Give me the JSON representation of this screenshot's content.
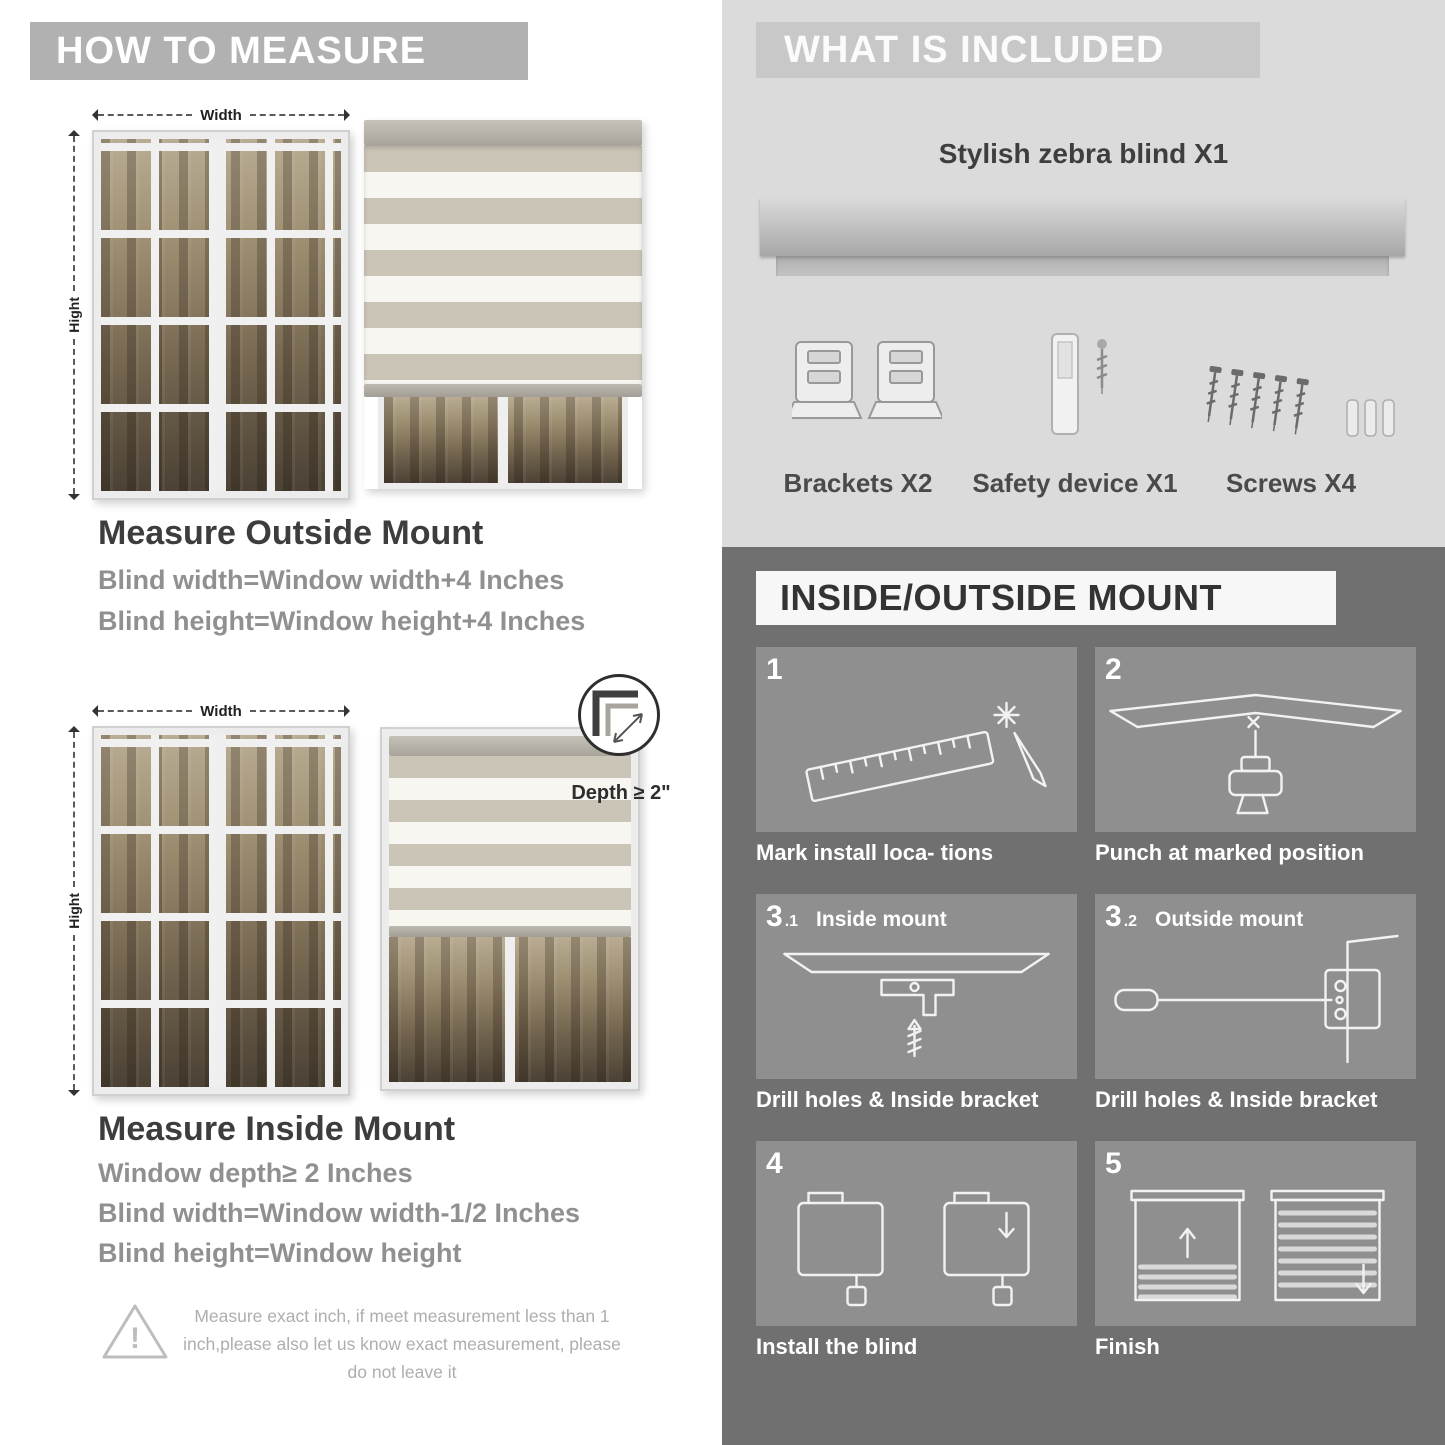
{
  "palette": {
    "left_header_bg": "#b1b1b1",
    "included_bg": "#dbdbdb",
    "included_bar_bg": "#c8c8c8",
    "mount_bg": "#707070",
    "step_box_bg": "#8f8f8f",
    "heading_color": "#3d3d3d",
    "body_text_color": "#909090"
  },
  "left": {
    "header": "HOW TO MEASURE",
    "outside": {
      "width_label": "Width",
      "height_label": "Hight",
      "title": "Measure Outside Mount",
      "lines": [
        "Blind width=Window width+4 Inches",
        "Blind height=Window height+4 Inches"
      ]
    },
    "inside": {
      "width_label": "Width",
      "height_label": "Hight",
      "depth_label": "Depth ≥ 2\"",
      "title": "Measure Inside Mount",
      "lines": [
        "Window depth≥ 2 Inches",
        "Blind width=Window width-1/2 Inches",
        "Blind height=Window height"
      ]
    },
    "warning_mark": "!",
    "note": "Measure exact inch, if meet measurement less than 1 inch,please also let us know exact measurement, please do not leave it"
  },
  "right": {
    "included": {
      "header": "WHAT IS INCLUDED",
      "blind_label": "Stylish zebra blind X1",
      "items": [
        "Brackets X2",
        "Safety device X1",
        "Screws X4"
      ]
    },
    "mount": {
      "header": "INSIDE/OUTSIDE MOUNT",
      "steps": [
        {
          "num": "1",
          "sub": "",
          "title": "",
          "caption": "Mark install loca- tions"
        },
        {
          "num": "2",
          "sub": "",
          "title": "",
          "caption": "Punch at  marked position"
        },
        {
          "num": "3",
          "sub": ".1",
          "title": "Inside mount",
          "caption": "Drill holes &  Inside bracket"
        },
        {
          "num": "3",
          "sub": ".2",
          "title": "Outside mount",
          "caption": "Drill holes &  Inside bracket"
        },
        {
          "num": "4",
          "sub": "",
          "title": "",
          "caption": "Install the blind"
        },
        {
          "num": "5",
          "sub": "",
          "title": "",
          "caption": "Finish"
        }
      ]
    }
  }
}
